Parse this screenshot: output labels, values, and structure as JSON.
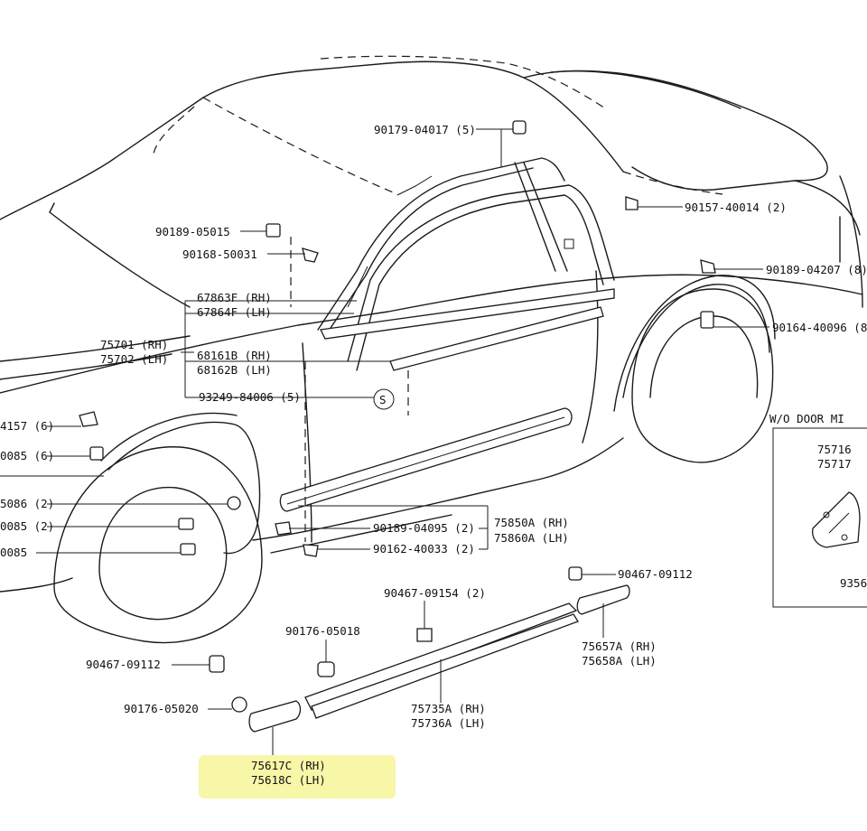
{
  "highlight_color": "#f6f38a",
  "labels": {
    "p90179_04017": "90179-04017 (5)",
    "p90157_40014": "90157-40014 (2)",
    "p90189_05015": "90189-05015",
    "p90168_50031": "90168-50031",
    "p67863F": "67863F (RH)",
    "p67864F": "67864F (LH)",
    "p75701": "75701 (RH)",
    "p75702": "75702 (LH)",
    "p68161B": "68161B (RH)",
    "p68162B": "68162B (LH)",
    "p93249_84006": "93249-84006 (5)",
    "s_mark": "S",
    "p90189_04207": "90189-04207 (8)",
    "p90164_40096": "90164-40096 (8",
    "wo_door": "W/O DOOR MI",
    "p75716": "75716",
    "p75717": "75717",
    "p9356": "9356",
    "l4157": "4157 (6)",
    "l0085_6": "0085 (6)",
    "l5086": "5086 (2)",
    "l0085_2": "0085 (2)",
    "l0085": "0085",
    "p90189_04095": "90189-04095 (2)",
    "p90162_40033": "90162-40033 (2)",
    "p75850A": "75850A (RH)",
    "p75860A": "75860A (LH)",
    "p90467_09112_top": "90467-09112",
    "p90467_09154": "90467-09154 (2)",
    "p90176_05018": "90176-05018",
    "p90467_09112_left": "90467-09112",
    "p75657A": "75657A (RH)",
    "p75658A": "75658A (LH)",
    "p90176_05020": "90176-05020",
    "p75735A": "75735A (RH)",
    "p75736A": "75736A (LH)",
    "p75617C": "75617C (RH)",
    "p75618C": "75618C (LH)"
  }
}
